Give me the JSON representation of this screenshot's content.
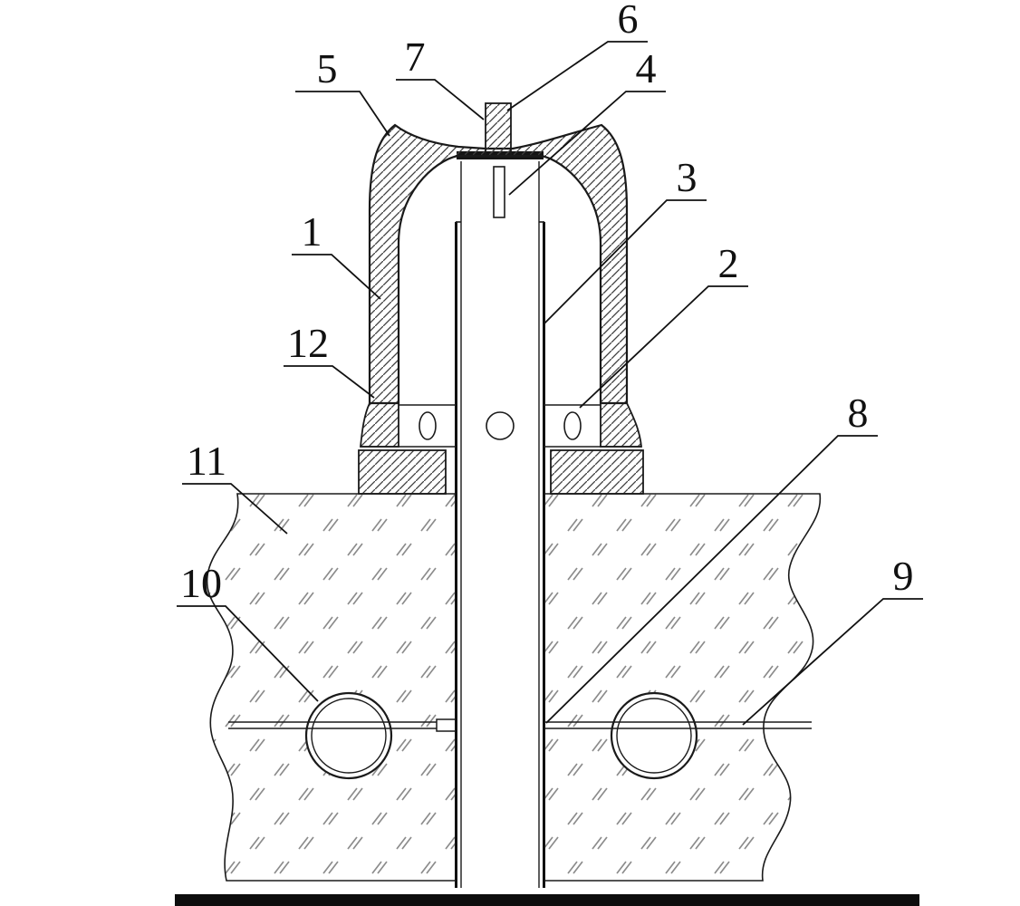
{
  "diagram": {
    "kind": "patent cross-section drawing",
    "colors": {
      "background": "#ffffff",
      "line": "#1a1a1a",
      "wall_hatch": "#3f3f3f",
      "ground_hatch": "#8c8c8c",
      "cap_bar": "#151515",
      "bottom_bar": "#0d0d0d"
    }
  },
  "labels": [
    {
      "id": "1",
      "text": "1"
    },
    {
      "id": "2",
      "text": "2"
    },
    {
      "id": "3",
      "text": "3"
    },
    {
      "id": "4",
      "text": "4"
    },
    {
      "id": "5",
      "text": "5"
    },
    {
      "id": "6",
      "text": "6"
    },
    {
      "id": "7",
      "text": "7"
    },
    {
      "id": "8",
      "text": "8"
    },
    {
      "id": "9",
      "text": "9"
    },
    {
      "id": "10",
      "text": "10"
    },
    {
      "id": "11",
      "text": "11"
    },
    {
      "id": "12",
      "text": "12"
    }
  ]
}
